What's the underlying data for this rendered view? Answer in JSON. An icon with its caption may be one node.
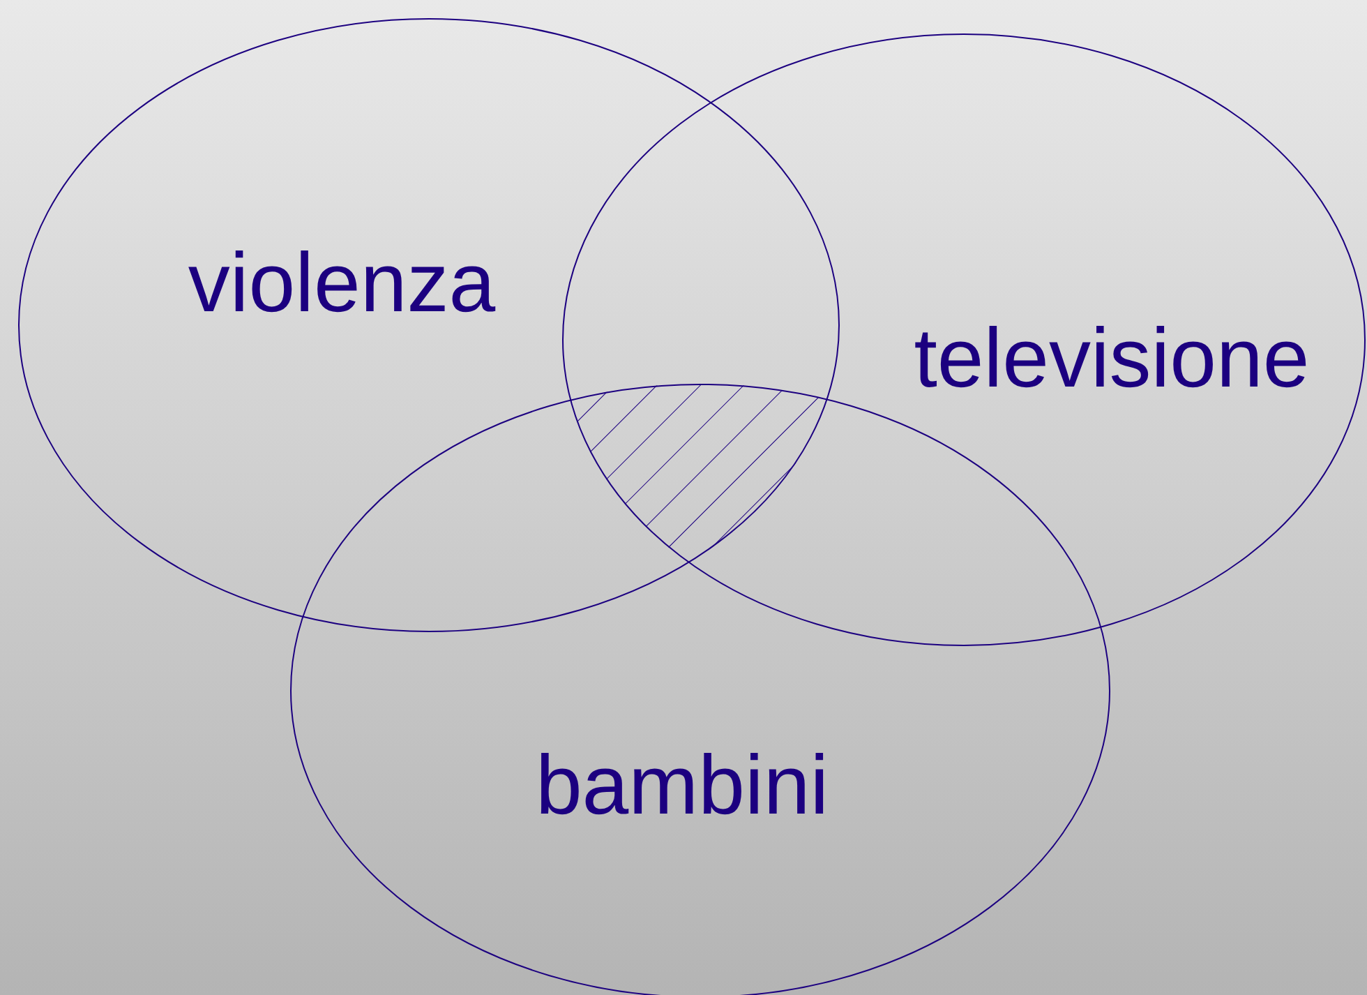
{
  "diagram": {
    "nodes": [
      {
        "text": [
          "violenza"
        ]
      },
      {
        "text": [
          "televisione"
        ]
      },
      {
        "text": [
          "bambini"
        ]
      },
      {
        "text": [],
        "shape": "region"
      }
    ],
    "edges": []
  }
}
